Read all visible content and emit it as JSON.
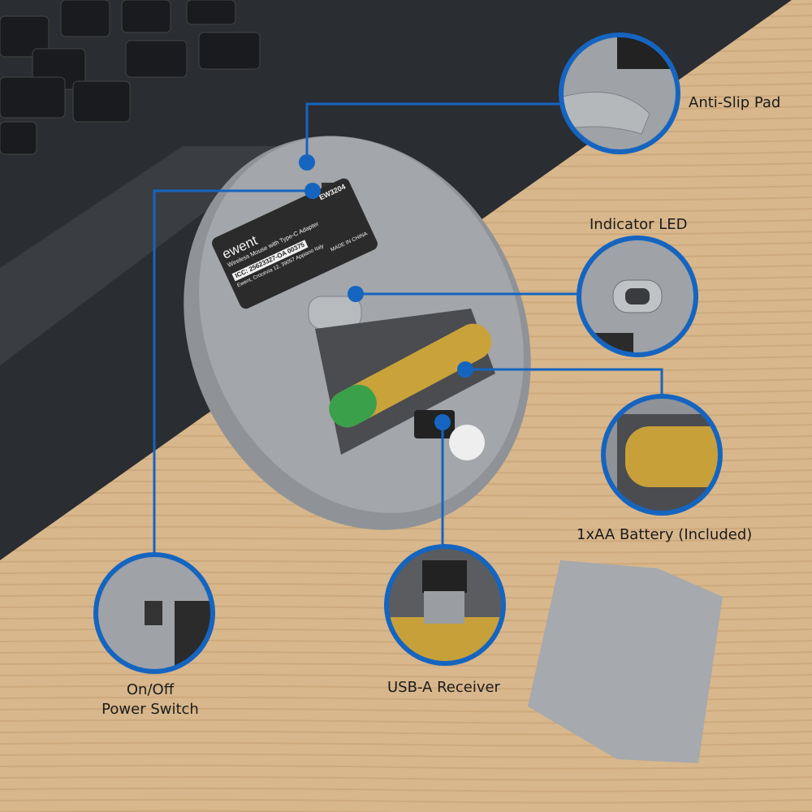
{
  "product_label": {
    "brand": "ewent",
    "model": "EW3204",
    "description": "Wireless Mouse with Type-C Adapter",
    "ic": "ICC: 25623327-OA 00375",
    "address": "Ewent, Crocevia 12, 39057 Appiano Italy",
    "origin": "MADE IN CHINA"
  },
  "callouts": {
    "anti_slip": "Anti-Slip Pad",
    "indicator_led": "Indicator LED",
    "battery": "1xAA Battery (Included)",
    "switch_line1": "On/Off",
    "switch_line2": "Power Switch",
    "receiver": "USB-A Receiver"
  },
  "colors": {
    "accent": "#1565c0",
    "wood": "#d8b78c",
    "laptop": "#2b2e33",
    "mouse": "#a3a6aa"
  }
}
